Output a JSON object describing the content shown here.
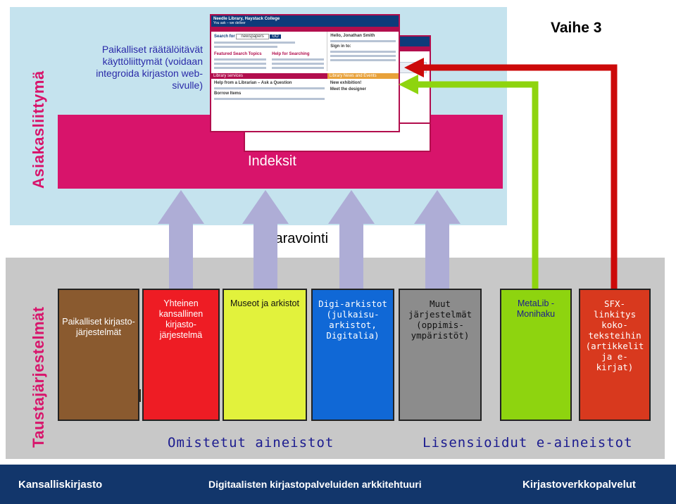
{
  "top": {
    "vertical_label": "Asiakasliittymä",
    "intro_text": "Paikalliset räätälöitävät käyttöliittymät (voidaan integroida kirjaston web-sivulle)",
    "stage_label": "Vaihe 3",
    "index_label": "Indeksit",
    "harvest_label": "Haravointi",
    "webpage": {
      "header": "Needle Library, Haystack College",
      "tagline": "You ask – we deliver",
      "search_label": "Search for",
      "search_value": "newspapers",
      "go_label": "GO",
      "featured_title": "Featured Search Topics",
      "help_title": "Help for Searching",
      "greeting": "Hello, Jonathan Smith",
      "sign_in": "Sign in to:",
      "services_title": "Library services",
      "service_1": "Help from a Librarian – Ask a Question",
      "service_2": "Borrow Items",
      "news_title": "Library News and Events",
      "news_1": "New exhibition!",
      "news_2": "Meet the designer"
    }
  },
  "bottom": {
    "vertical_label": "Taustajärjestelmät",
    "boxes": [
      {
        "label": "Paikalliset kirjasto-järjestelmät",
        "color": "#8a5a2f"
      },
      {
        "label": "Yhteinen kansallinen kirjasto-järjestelmä",
        "color": "#ee1c24"
      },
      {
        "label": "Museot ja arkistot",
        "color": "#e2f23c"
      },
      {
        "label": "Digi-arkistot (julkaisu-arkistot, Digitalia)",
        "color": "#1068d6"
      },
      {
        "label": "Muut järjestelmät (oppimis-ympäristöt)",
        "color": "#8c8c8c"
      },
      {
        "label": "MetaLib - Monihaku",
        "color": "#8ed40f"
      },
      {
        "label": "SFX-linkitys koko-teksteihin (artikkelit ja e-kirjat)",
        "color": "#d8391e"
      }
    ],
    "owned_label": "Omistetut aineistot",
    "licensed_label": "Lisensioidut e-aineistot"
  },
  "colors": {
    "accent_pink": "#d8146b",
    "light_blue": "#c5e3ee",
    "gray_band": "#c8c8c8",
    "footer_blue": "#12366b",
    "green_arrow": "#8ed40f",
    "red_arrow": "#cc0a0a"
  },
  "footer": {
    "left": "Kansalliskirjasto",
    "center": "Digitaalisten kirjastopalveluiden arkkitehtuuri",
    "right": "Kirjastoverkkopalvelut"
  }
}
